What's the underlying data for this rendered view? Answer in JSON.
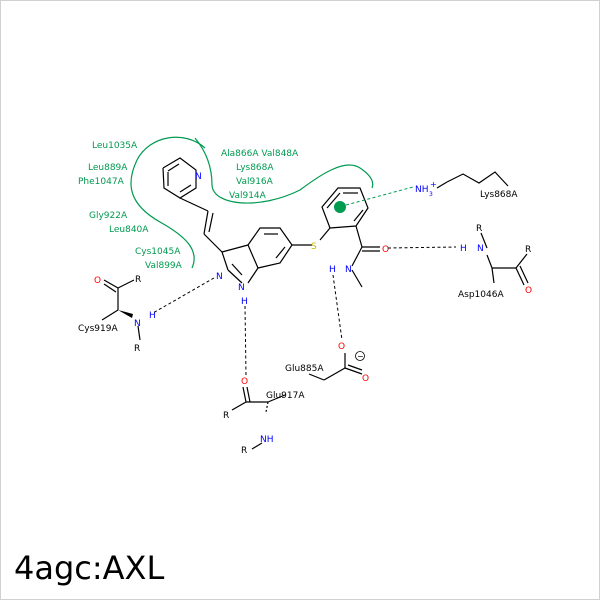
{
  "title": "4agc:AXL",
  "colors": {
    "carbon": "#000000",
    "nitrogen": "#0000ff",
    "oxygen": "#ff0000",
    "sulfur": "#c8b400",
    "hydrophobic": "#009a50",
    "frame": "#d0d0d0"
  },
  "atoms": {
    "N_pyridine": "N",
    "N_ind2": "N",
    "N_ind1": "N",
    "H_ind": "H",
    "S": "S",
    "O_amide": "O",
    "N_amide": "N",
    "H_amide": "H",
    "N_lys": "NH",
    "lys_sub": "3",
    "lys_sup": "+",
    "H_asp": "H",
    "N_asp": "N",
    "R_asp_top": "R",
    "R_asp_right": "R",
    "O_asp": "O",
    "O_cys": "O",
    "R_cys_top": "R",
    "N_cys": "N",
    "H_cys": "H",
    "R_cys_bottom": "R",
    "O_glu917": "O",
    "R_glu917": "R",
    "N_glu917": "NH",
    "R_glu917_n": "R",
    "O_glu885_a": "O",
    "O_glu885_b": "O",
    "minus": "−"
  },
  "residues": {
    "lys868_chain": "Lys868A",
    "asp1046": "Asp1046A",
    "cys919": "Cys919A",
    "glu917": "Glu917A",
    "glu885": "Glu885A"
  },
  "hydrophobic_contacts": {
    "left": [
      "Leu1035A",
      "Leu889A",
      "Phe1047A",
      "Gly922A",
      "Leu840A",
      "Cys1045A",
      "Val899A"
    ],
    "right": [
      "Ala866A Val848A",
      "Lys868A",
      "Val916A",
      "Val914A"
    ]
  }
}
